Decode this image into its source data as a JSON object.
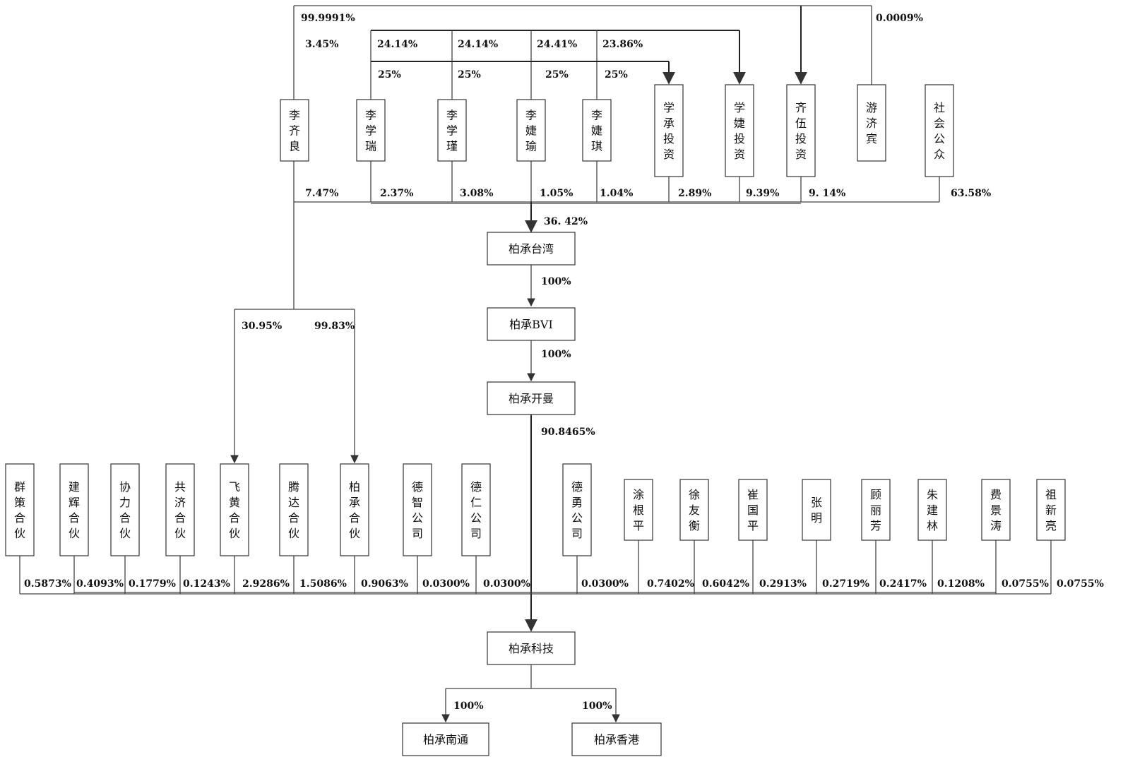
{
  "colors": {
    "line": "#444444",
    "box_border": "#333333",
    "text": "#111111",
    "background": "#ffffff"
  },
  "entities": {
    "li_qiliang": "李齐良",
    "li_xuerui": "李学瑞",
    "li_xuejin": "李学瑾",
    "li_jieyu": "李婕瑜",
    "li_jieqi": "李婕琪",
    "xuecheng_inv": "学承投资",
    "xuejie_inv": "学婕投资",
    "qiwu_inv": "齐伍投资",
    "you_jibin": "游济宾",
    "public": "社会公众",
    "bocheng_taiwan": "柏承台湾",
    "bocheng_bvi": "柏承BVI",
    "bocheng_cayman": "柏承开曼",
    "qunce": "群策合伙",
    "jianhui": "建辉合伙",
    "xieli": "协力合伙",
    "gongji": "共济合伙",
    "feihuang": "飞黄合伙",
    "tengda": "腾达合伙",
    "bocheng_hehuo": "柏承合伙",
    "dezhi": "德智公司",
    "deren": "德仁公司",
    "deyong": "德勇公司",
    "tu_genping": "涂根平",
    "xu_youheng": "徐友衡",
    "cui_guoping": "崔国平",
    "zhang_ming": "张明",
    "gu_lifang": "顾丽芳",
    "zhu_jianlin": "朱建林",
    "fei_jingtao": "费景涛",
    "zu_xinliang": "祖新亮",
    "bocheng_tech": "柏承科技",
    "bocheng_nantong": "柏承南通",
    "bocheng_hk": "柏承香港"
  },
  "percentages": {
    "p_999991": "99.9991%",
    "p_00009": "0.0009%",
    "p_345": "3.45%",
    "p_2414a": "24.14%",
    "p_2414b": "24.14%",
    "p_2441": "24.41%",
    "p_2386": "23.86%",
    "p_25a": "25%",
    "p_25b": "25%",
    "p_25c": "25%",
    "p_25d": "25%",
    "p_747": "7.47%",
    "p_237": "2.37%",
    "p_308": "3.08%",
    "p_105": "1.05%",
    "p_104": "1.04%",
    "p_289": "2.89%",
    "p_939": "9.39%",
    "p_914": "9. 14%",
    "p_6358": "63.58%",
    "p_3642": "36. 42%",
    "p_100_bvi": "100%",
    "p_100_cayman": "100%",
    "p_3095": "30.95%",
    "p_9983": "99.83%",
    "p_908465": "90.8465%",
    "b_qunce": "0.5873%",
    "b_jianhui": "0.4093%",
    "b_xieli": "0.1779%",
    "b_gongji": "0.1243%",
    "b_feihuang": "2.9286%",
    "b_tengda": "1.5086%",
    "b_bocheng": "0.9063%",
    "b_dezhi": "0.0300%",
    "b_deren": "0.0300%",
    "b_deyong": "0.0300%",
    "b_tu": "0.7402%",
    "b_xu": "0.6042%",
    "b_cui": "0.2913%",
    "b_zhang": "0.2719%",
    "b_gu": "0.2417%",
    "b_zhu": "0.1208%",
    "b_fei": "0.0755%",
    "b_zu": "0.0755%",
    "p_100_nt": "100%",
    "p_100_hk": "100%"
  }
}
